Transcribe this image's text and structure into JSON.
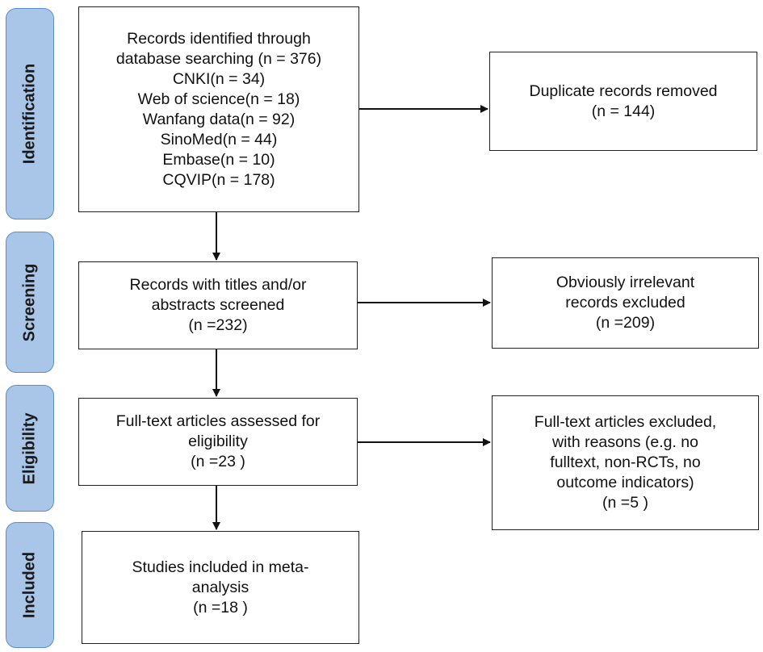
{
  "phases": [
    "Identification",
    "Screening",
    "Eligibility",
    "Included"
  ],
  "identification": {
    "records": [
      "Records identified through",
      "database searching (n = 376)",
      "CNKI(n = 34)",
      "Web of science(n = 18)",
      "Wanfang data(n = 92)",
      "SinoMed(n = 44)",
      "Embase(n = 10)",
      "CQVIP(n = 178)"
    ],
    "excluded": [
      "Duplicate records removed",
      "(n = 144)"
    ]
  },
  "screening": {
    "records": [
      "Records with titles and/or",
      "abstracts screened",
      "(n =232)"
    ],
    "excluded": [
      "Obviously irrelevant",
      "records excluded",
      "(n =209)"
    ]
  },
  "eligibility": {
    "records": [
      "Full-text articles assessed for",
      "eligibility",
      "(n =23 )"
    ],
    "excluded": [
      "Full-text articles excluded,",
      "with reasons (e.g. no",
      "fulltext, non-RCTs, no",
      "outcome indicators)",
      "(n =5 )"
    ]
  },
  "included": {
    "records": [
      "Studies included in meta-",
      "analysis",
      "(n =18 )"
    ]
  },
  "colors": {
    "phase_fill": "#a9c6e8",
    "phase_border": "#5b8fca",
    "line": "#111111"
  }
}
